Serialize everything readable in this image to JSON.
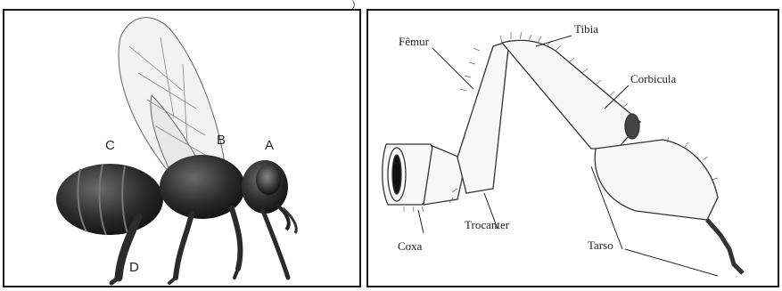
{
  "top_fragment": ")",
  "left_panel": {
    "labels": {
      "a": "A",
      "b": "B",
      "c": "C",
      "d": "D"
    },
    "icon": "bee-side-view-illustration"
  },
  "right_panel": {
    "labels": {
      "femur": "Fêmur",
      "tibia": "Tibia",
      "corbicula": "Corbicula",
      "coxa": "Coxa",
      "trocanter": "Trocanter",
      "tarso": "Tarso"
    },
    "icon": "bee-hind-leg-illustration"
  },
  "colors": {
    "border": "#1a1a1a",
    "ink": "#222222",
    "body": "#2b2b2b"
  }
}
